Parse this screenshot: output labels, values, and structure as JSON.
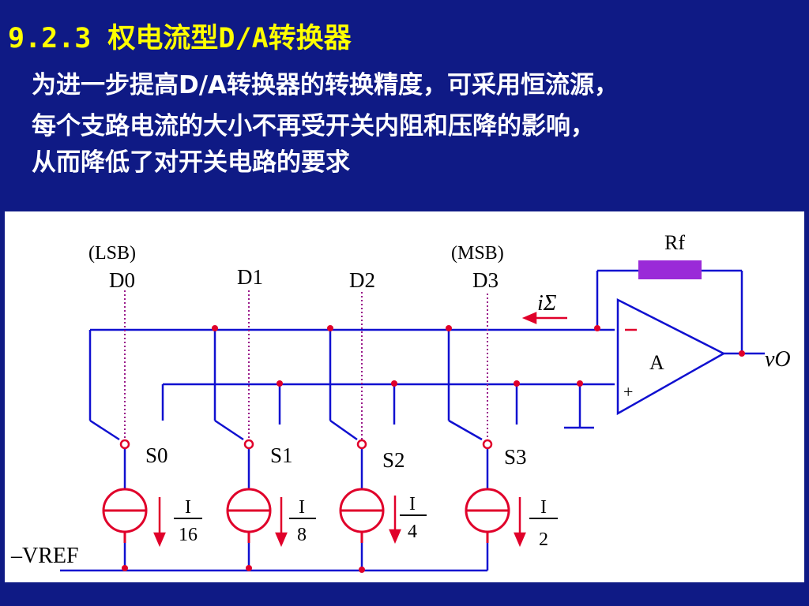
{
  "slide": {
    "title": "9.2.3  权电流型D/A转换器",
    "body": [
      "为进一步提高D/A转换器的转换精度，可采用恒流源，",
      "每个支路电流的大小不再受开关内阻和压降的影响，",
      "从而降低了对开关电路的要求"
    ]
  },
  "circuit": {
    "lsb": "(LSB)",
    "msb": "(MSB)",
    "bits": [
      "D0",
      "D1",
      "D2",
      "D3"
    ],
    "switches": [
      "S0",
      "S1",
      "S2",
      "S3"
    ],
    "currents": [
      {
        "num": "I",
        "den": "16"
      },
      {
        "num": "I",
        "den": "8"
      },
      {
        "num": "I",
        "den": "4"
      },
      {
        "num": "I",
        "den": "2"
      }
    ],
    "rf": "Rf",
    "amp": "A",
    "i_sigma": "iΣ",
    "vo": "vO",
    "minus": "–",
    "plus": "+",
    "vref": "–VREF"
  },
  "colors": {
    "background": "#0f1a85",
    "title": "#ffff00",
    "wire": "#1010d0",
    "node": "#e0002a",
    "dotted": "#9a1a8a",
    "resistor": "#9a2ad8"
  }
}
